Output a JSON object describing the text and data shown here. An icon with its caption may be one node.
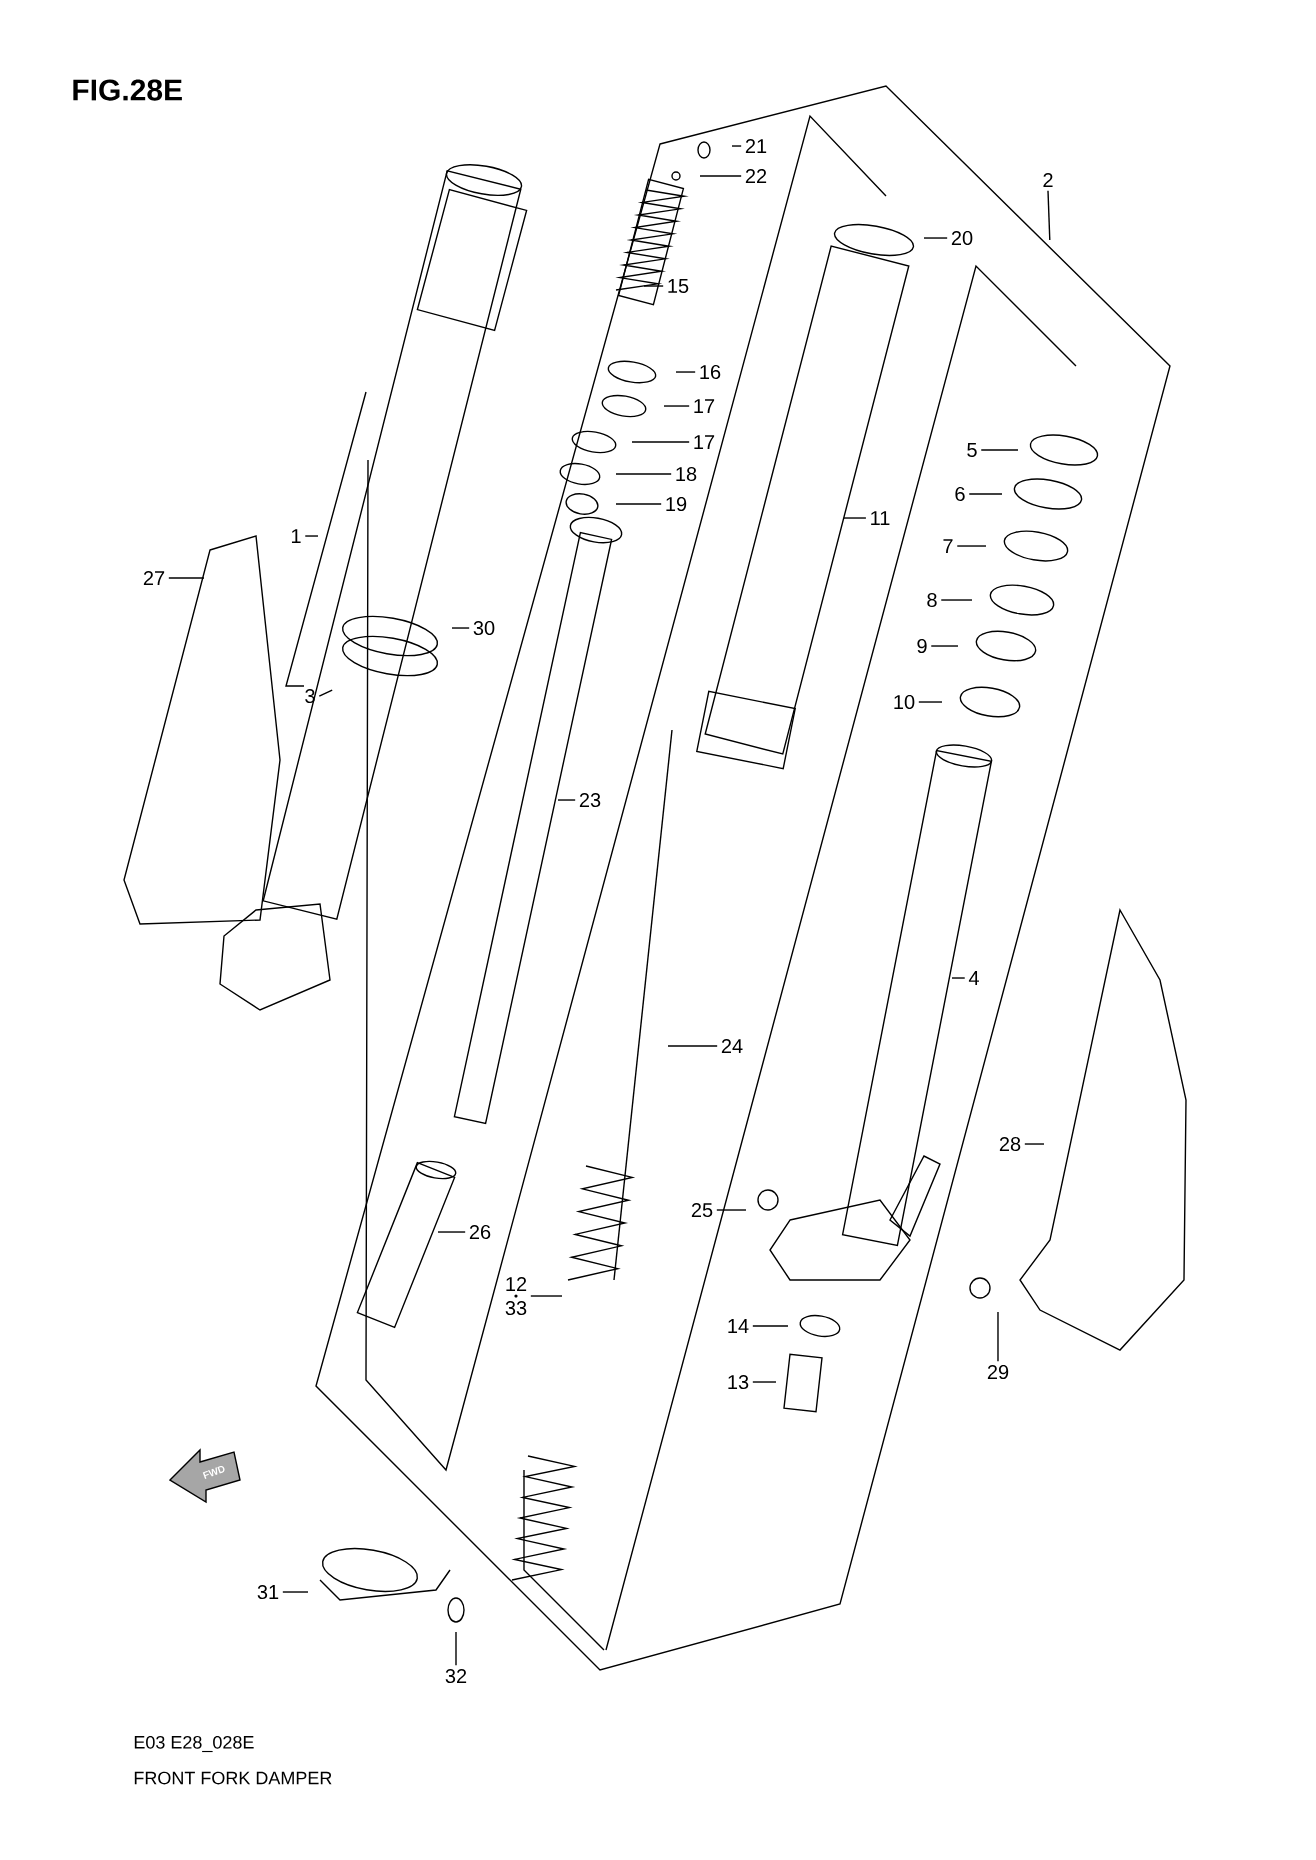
{
  "diagram": {
    "nodes": [
      {
        "text": [
          "21"
        ]
      },
      {
        "text": [
          "22"
        ]
      },
      {
        "text": [
          "2"
        ]
      },
      {
        "text": [
          "20"
        ]
      },
      {
        "text": [
          "15"
        ]
      },
      {
        "text": [
          "16"
        ]
      },
      {
        "text": [
          "17"
        ]
      },
      {
        "text": [
          "17"
        ]
      },
      {
        "text": [
          "5"
        ]
      },
      {
        "text": [
          "18"
        ]
      },
      {
        "text": [
          "6"
        ]
      },
      {
        "text": [
          "19"
        ]
      },
      {
        "text": [
          "11"
        ]
      },
      {
        "text": [
          "1"
        ]
      },
      {
        "text": [
          "7"
        ]
      },
      {
        "text": [
          "27"
        ]
      },
      {
        "text": [
          "8"
        ]
      },
      {
        "text": [
          "30"
        ]
      },
      {
        "text": [
          "9"
        ]
      },
      {
        "text": [
          "3"
        ]
      },
      {
        "text": [
          "10"
        ]
      },
      {
        "text": [
          "23"
        ]
      },
      {
        "text": [
          "4"
        ]
      },
      {
        "text": [
          "24"
        ]
      },
      {
        "text": [
          "28"
        ]
      },
      {
        "text": [
          "25"
        ]
      },
      {
        "text": [
          "26"
        ]
      },
      {
        "text": [
          "12",
          "33"
        ]
      },
      {
        "text": [
          "14"
        ]
      },
      {
        "text": [
          "29"
        ]
      },
      {
        "text": [
          "13"
        ]
      },
      {
        "text": [
          "31"
        ]
      },
      {
        "text": [
          "32"
        ]
      }
    ],
    "edges": [
      {
        "from": 0,
        "to": null,
        "arrow": "none"
      },
      {
        "from": 1,
        "to": null,
        "arrow": "none"
      },
      {
        "from": 2,
        "to": null,
        "arrow": "none"
      },
      {
        "from": 3,
        "to": null,
        "arrow": "none"
      },
      {
        "from": 4,
        "to": null,
        "arrow": "none"
      },
      {
        "from": 5,
        "to": null,
        "arrow": "none"
      },
      {
        "from": 6,
        "to": null,
        "arrow": "none"
      },
      {
        "from": 7,
        "to": null,
        "arrow": "none"
      },
      {
        "from": 8,
        "to": null,
        "arrow": "none"
      },
      {
        "from": 9,
        "to": null,
        "arrow": "none"
      },
      {
        "from": 10,
        "to": null,
        "arrow": "none"
      },
      {
        "from": 11,
        "to": null,
        "arrow": "none"
      },
      {
        "from": 12,
        "to": null,
        "arrow": "none"
      },
      {
        "from": 13,
        "to": null,
        "arrow": "none"
      },
      {
        "from": 14,
        "to": null,
        "arrow": "none"
      },
      {
        "from": 15,
        "to": null,
        "arrow": "none"
      },
      {
        "from": 16,
        "to": null,
        "arrow": "none"
      },
      {
        "from": 17,
        "to": null,
        "arrow": "none"
      },
      {
        "from": 18,
        "to": null,
        "arrow": "none"
      },
      {
        "from": 19,
        "to": null,
        "arrow": "none"
      },
      {
        "from": 20,
        "to": null,
        "arrow": "none"
      },
      {
        "from": 21,
        "to": null,
        "arrow": "none"
      },
      {
        "from": 22,
        "to": null,
        "arrow": "none"
      },
      {
        "from": 23,
        "to": null,
        "arrow": "none"
      },
      {
        "from": 24,
        "to": null,
        "arrow": "none"
      },
      {
        "from": 25,
        "to": null,
        "arrow": "none"
      },
      {
        "from": 26,
        "to": null,
        "arrow": "none"
      },
      {
        "from": 27,
        "to": null,
        "arrow": "none"
      },
      {
        "from": 28,
        "to": null,
        "arrow": "none"
      },
      {
        "from": 29,
        "to": null,
        "arrow": "none"
      },
      {
        "from": 30,
        "to": null,
        "arrow": "none"
      },
      {
        "from": 31,
        "to": null,
        "arrow": "none"
      },
      {
        "from": 32,
        "to": null,
        "arrow": "none"
      }
    ],
    "labels": [
      "FIG.28E",
      "FWD",
      "E03 E28_028E",
      "FRONT FORK DAMPER"
    ]
  }
}
